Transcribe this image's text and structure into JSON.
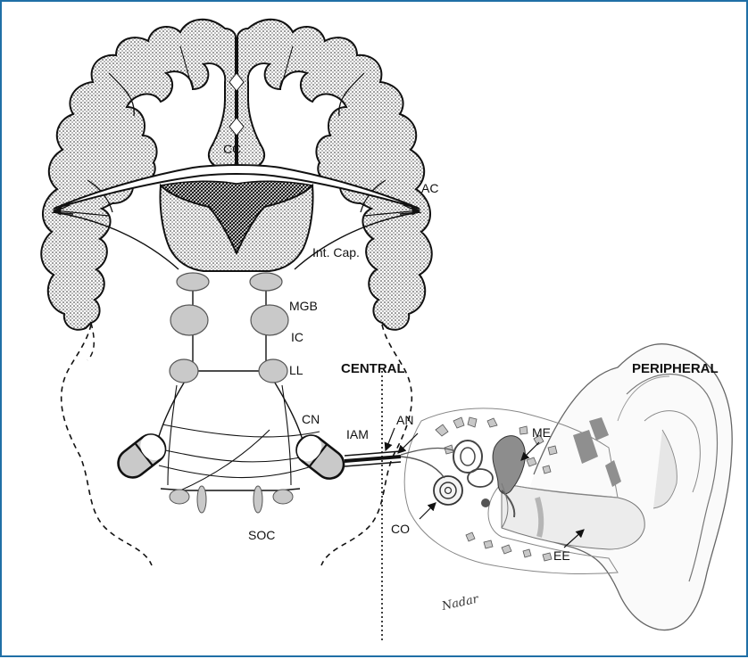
{
  "colors": {
    "frame": "#1f6fa6",
    "nucleus_fill": "#c9c9c9",
    "stipple": "#1a1a1a",
    "ear_shade": "#b5b5b5"
  },
  "headers": {
    "central": "CENTRAL",
    "peripheral": "PERIPHERAL"
  },
  "labels": {
    "cc": "CC",
    "ac": "AC",
    "int_cap": "Int. Cap.",
    "mgb": "MGB",
    "ic": "IC",
    "ll": "LL",
    "cn": "CN",
    "soc": "SOC",
    "iam": "IAM",
    "an": "AN",
    "me": "ME",
    "co": "CO",
    "ee": "EE"
  },
  "signature": "Nadar"
}
